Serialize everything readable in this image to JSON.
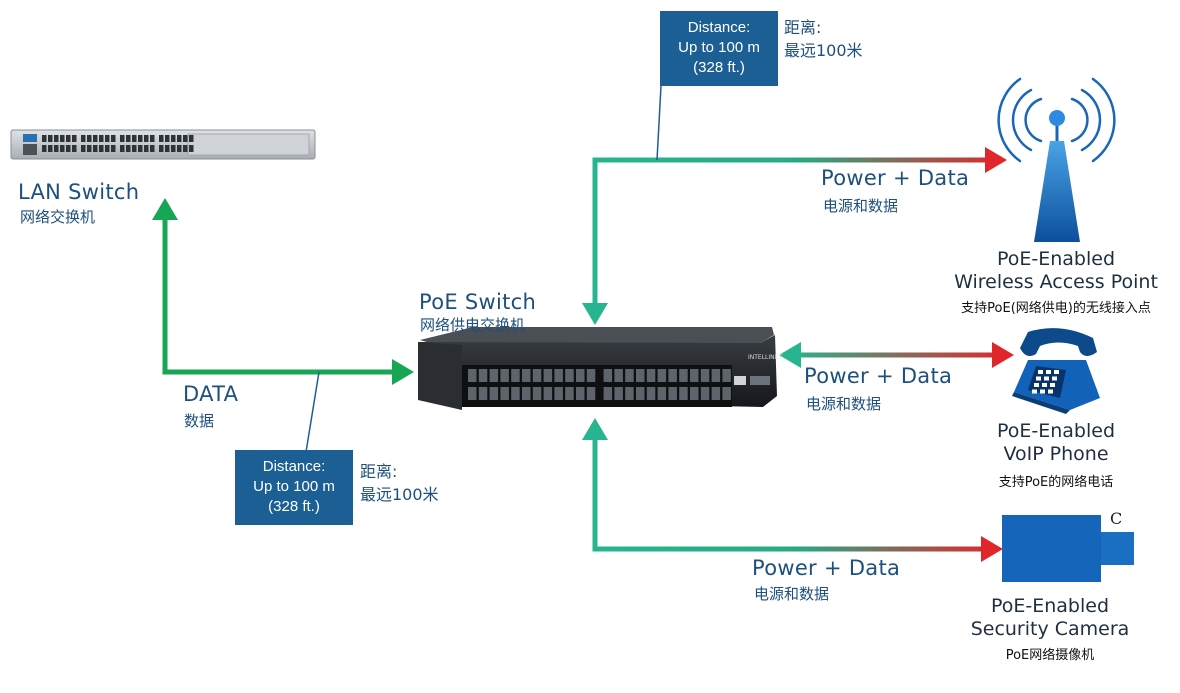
{
  "devices": {
    "lan_switch": {
      "title": "LAN Switch",
      "subtitle": "网络交换机"
    },
    "poe_switch": {
      "title": "PoE Switch",
      "subtitle": "网络供电交换机",
      "brand": "INTELLINET"
    },
    "access_point": {
      "title_line1": "PoE-Enabled",
      "title_line2": "Wireless Access Point",
      "subtitle": "支持PoE(网络供电)的无线接入点"
    },
    "voip_phone": {
      "title_line1": "PoE-Enabled",
      "title_line2": "VoIP Phone",
      "subtitle": "支持PoE的网络电话"
    },
    "camera": {
      "title_line1": "PoE-Enabled",
      "title_line2": "Security Camera",
      "subtitle": "PoE网络摄像机",
      "corner_mark": "C"
    }
  },
  "links": {
    "data": {
      "label": "DATA",
      "sub": "数据"
    },
    "ap": {
      "label": "Power + Data",
      "sub": "电源和数据"
    },
    "phone": {
      "label": "Power + Data",
      "sub": "电源和数据"
    },
    "camera": {
      "label": "Power + Data",
      "sub": "电源和数据"
    }
  },
  "distance_notes": {
    "top": {
      "line1": "Distance:",
      "line2": "Up to 100 m",
      "line3": "(328 ft.)",
      "zh1": "距离:",
      "zh2": "最远100米"
    },
    "bottom": {
      "line1": "Distance:",
      "line2": "Up to 100 m",
      "line3": "(328 ft.)",
      "zh1": "距离:",
      "zh2": "最远100米"
    }
  },
  "colors": {
    "green": "#17a653",
    "teal": "#27b58f",
    "red": "#e0262a",
    "box_blue": "#1c5f94",
    "text_blue": "#1d4f7f",
    "device_blue": "#1565b8"
  }
}
